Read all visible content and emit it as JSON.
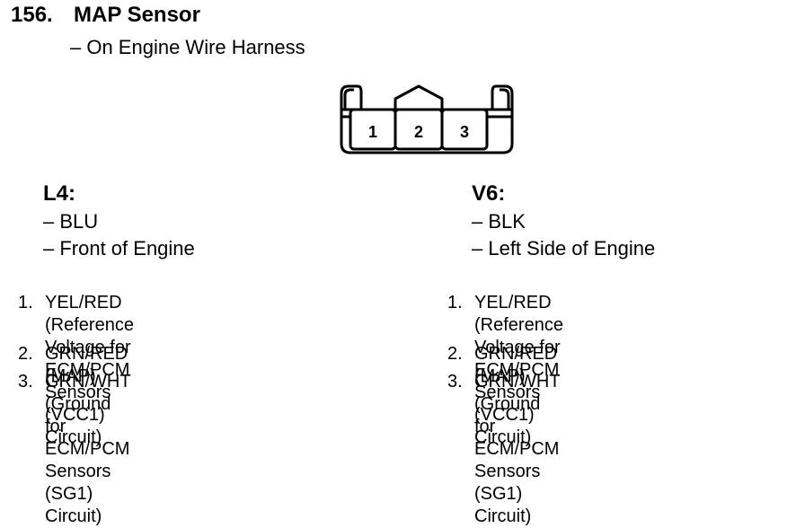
{
  "header": {
    "number": "156.",
    "title": "MAP Sensor",
    "subtitle": "– On Engine Wire Harness"
  },
  "connector": {
    "pins": [
      "1",
      "2",
      "3"
    ]
  },
  "columns": [
    {
      "heading": "L4:",
      "color_line": "– BLU",
      "location_line": "– Front of Engine",
      "pins": [
        {
          "num": "1.",
          "text": "YEL/RED (Reference Voltage for\nECM/PCM Sensors (VCC1) Circuit)"
        },
        {
          "num": "2.",
          "text": "GRN/RED (MAP)"
        },
        {
          "num": "3.",
          "text": "GRN/WHT (Ground for ECM/PCM\nSensors (SG1) Circuit)"
        }
      ]
    },
    {
      "heading": "V6:",
      "color_line": "– BLK",
      "location_line": "– Left Side of Engine",
      "pins": [
        {
          "num": "1.",
          "text": "YEL/RED (Reference Voltage for\nECM/PCM Sensors (VCC1) Circuit)"
        },
        {
          "num": "2.",
          "text": "GRN/RED (MAP)"
        },
        {
          "num": "3.",
          "text": "GRN/WHT (Ground for ECM/PCM\nSensors (SG1) Circuit)"
        }
      ]
    }
  ]
}
